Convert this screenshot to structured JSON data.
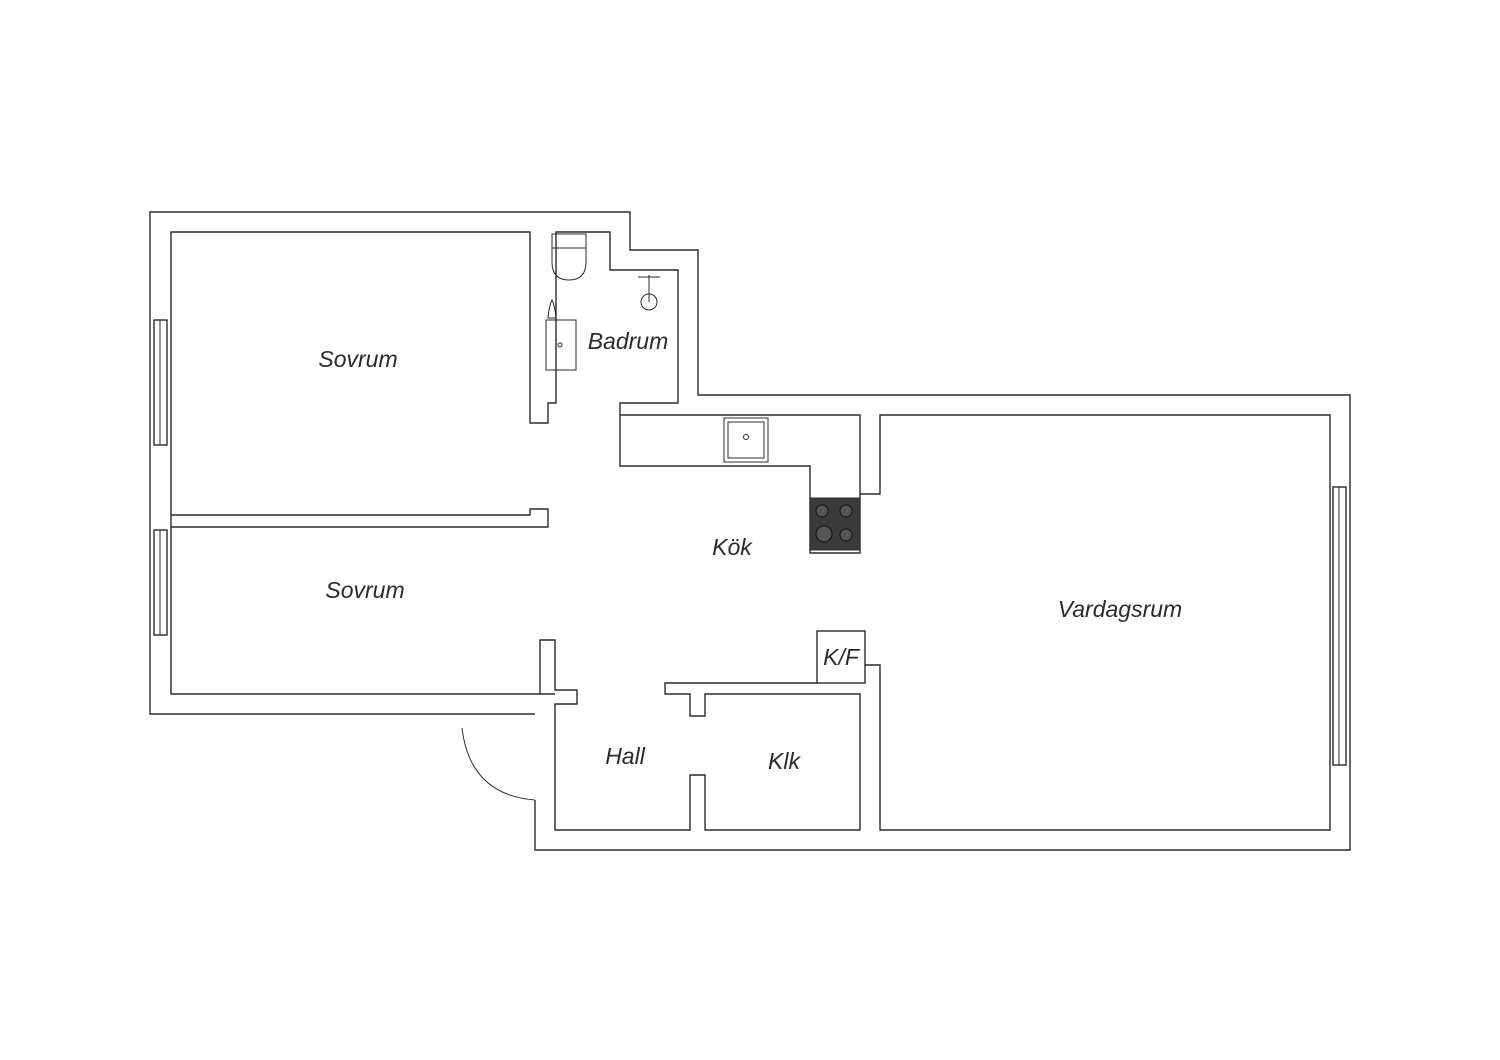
{
  "rooms": {
    "bedroom_top": "Sovrum",
    "bathroom": "Badrum",
    "bedroom_bottom": "Sovrum",
    "kitchen": "Kök",
    "living_room": "Vardagsrum",
    "hall": "Hall",
    "closet": "Klk",
    "fridge_freezer": "K/F"
  }
}
